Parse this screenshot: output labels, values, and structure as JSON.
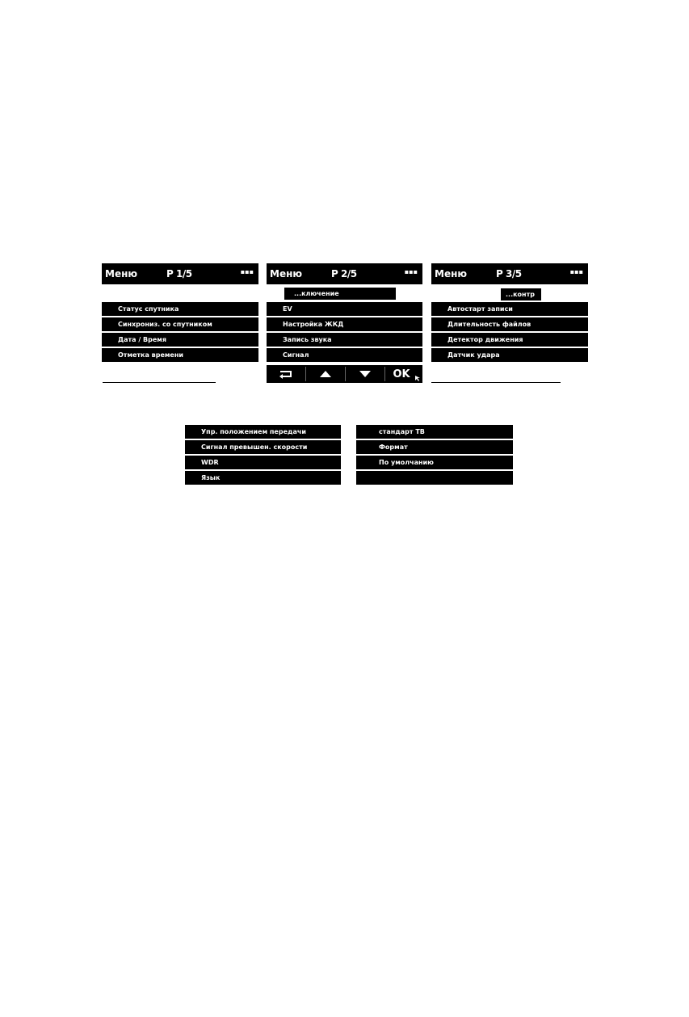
{
  "screens": [
    {
      "menu_label": "Меню",
      "page_label": "P 1/5",
      "items": [
        "Статус спутника",
        "Синхрониз. со спутником",
        "Дата / Время",
        "Отметка времени"
      ]
    },
    {
      "menu_label": "Меню",
      "page_label": "P 2/5",
      "title": "...ключение",
      "items": [
        "EV",
        "Настройка ЖКД",
        "Запись звука",
        "Сигнал"
      ],
      "nav": {
        "back_icon": "return-arrow-icon",
        "up_icon": "up-triangle-icon",
        "down_icon": "down-triangle-icon",
        "ok_label": "OK"
      }
    },
    {
      "menu_label": "Меню",
      "page_label": "P 3/5",
      "title": "...контр",
      "items": [
        "Автостарт записи",
        "Длительность файлов",
        "Детектор движения",
        "Датчик удара"
      ]
    }
  ],
  "lower_lists": {
    "left": [
      "Упр. положением передачи",
      "Сигнал превышен. скорости",
      "WDR",
      "Язык"
    ],
    "right": [
      "стандарт ТВ",
      "Формат",
      "По умолчанию",
      ""
    ]
  }
}
